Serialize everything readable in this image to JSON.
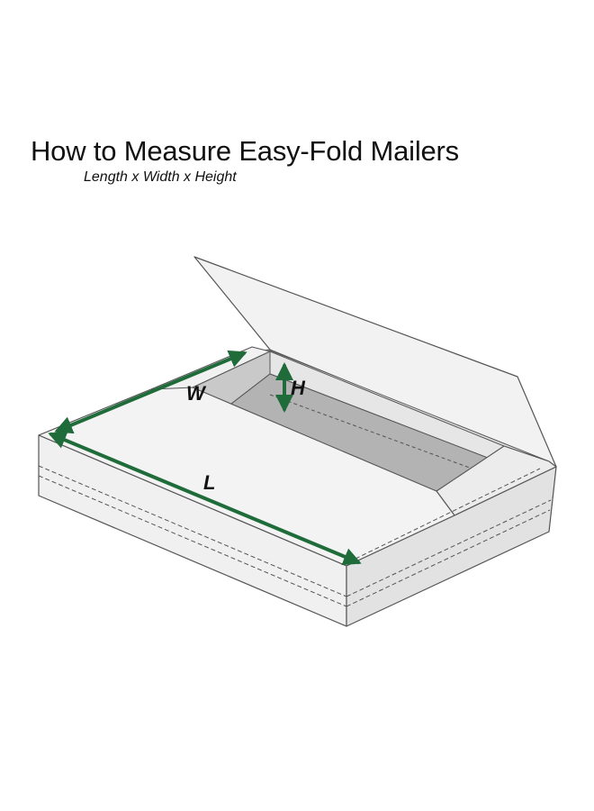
{
  "header": {
    "title": "How to Measure Easy-Fold Mailers",
    "subtitle": "Length x Width x Height"
  },
  "dimensions": {
    "length_label": "L",
    "width_label": "W",
    "height_label": "H"
  },
  "colors": {
    "arrow": "#1f6b3a",
    "outline": "#555555",
    "panel_light": "#f1f1f1",
    "panel_mid": "#e0e0e0",
    "cavity_dark": "#b3b3b3"
  }
}
